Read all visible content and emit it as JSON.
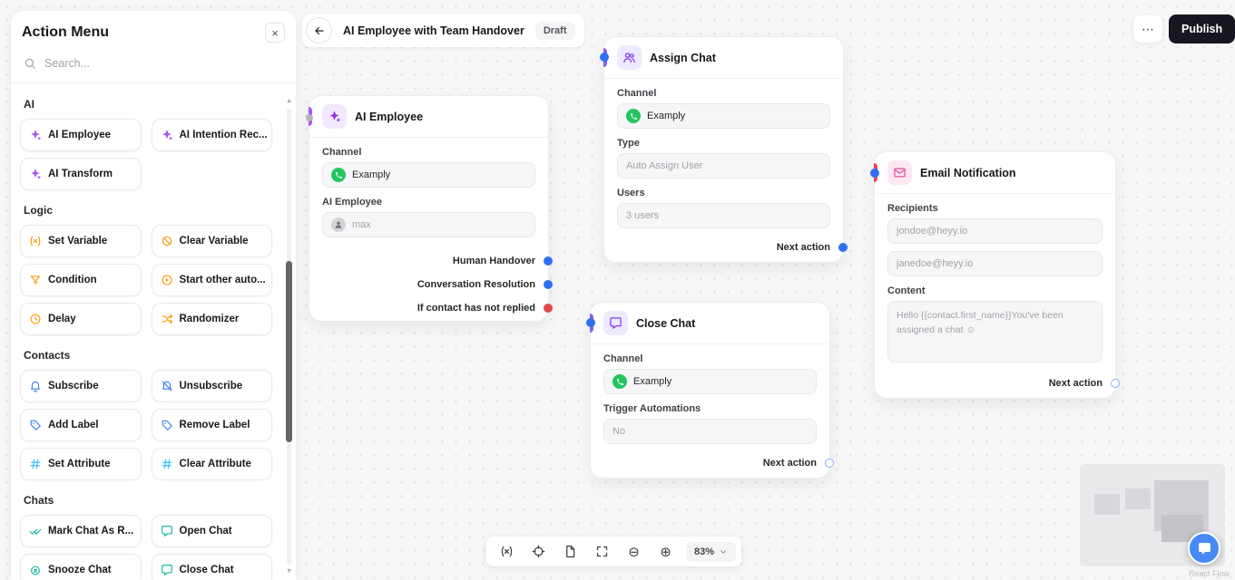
{
  "action_menu": {
    "title": "Action Menu",
    "close": "×",
    "search_placeholder": "Search...",
    "sections": [
      {
        "label": "AI",
        "items": [
          {
            "label": "AI Employee",
            "icon": "sparkles-icon"
          },
          {
            "label": "AI Intention Rec...",
            "icon": "sparkles-icon"
          },
          {
            "label": "AI Transform",
            "icon": "sparkles-icon"
          }
        ]
      },
      {
        "label": "Logic",
        "items": [
          {
            "label": "Set Variable",
            "icon": "variable-icon"
          },
          {
            "label": "Clear Variable",
            "icon": "clear-variable-icon"
          },
          {
            "label": "Condition",
            "icon": "filter-icon"
          },
          {
            "label": "Start other auto...",
            "icon": "start-automation-icon"
          },
          {
            "label": "Delay",
            "icon": "clock-icon"
          },
          {
            "label": "Randomizer",
            "icon": "shuffle-icon"
          }
        ]
      },
      {
        "label": "Contacts",
        "items": [
          {
            "label": "Subscribe",
            "icon": "bell-icon"
          },
          {
            "label": "Unsubscribe",
            "icon": "bell-off-icon"
          },
          {
            "label": "Add Label",
            "icon": "tag-icon"
          },
          {
            "label": "Remove Label",
            "icon": "tag-icon"
          },
          {
            "label": "Set Attribute",
            "icon": "hash-icon"
          },
          {
            "label": "Clear Attribute",
            "icon": "hash-icon"
          }
        ]
      },
      {
        "label": "Chats",
        "items": [
          {
            "label": "Mark Chat As R...",
            "icon": "double-check-icon"
          },
          {
            "label": "Open Chat",
            "icon": "chat-icon"
          },
          {
            "label": "Snooze Chat",
            "icon": "snooze-icon"
          },
          {
            "label": "Close Chat",
            "icon": "chat-icon"
          }
        ]
      }
    ]
  },
  "header": {
    "title": "AI Employee with Team Handover",
    "badge": "Draft"
  },
  "topbar": {
    "more": "⋯",
    "publish": "Publish"
  },
  "nodes": {
    "ai_employee": {
      "title": "AI Employee",
      "channel_label": "Channel",
      "channel_value": "Examply",
      "employee_label": "AI Employee",
      "employee_value": "max",
      "outputs": [
        {
          "label": "Human Handover"
        },
        {
          "label": "Conversation Resolution"
        },
        {
          "label": "If contact has not replied"
        }
      ]
    },
    "assign_chat": {
      "title": "Assign Chat",
      "channel_label": "Channel",
      "channel_value": "Examply",
      "type_label": "Type",
      "type_placeholder": "Auto Assign User",
      "users_label": "Users",
      "users_value": "3 users",
      "next_action": "Next action"
    },
    "close_chat": {
      "title": "Close Chat",
      "channel_label": "Channel",
      "channel_value": "Examply",
      "trigger_label": "Trigger Automations",
      "trigger_value": "No",
      "next_action": "Next action"
    },
    "email_notification": {
      "title": "Email Notification",
      "recipients_label": "Recipients",
      "recipient_1": "jondoe@heyy.io",
      "recipient_2": "janedoe@heyy.io",
      "content_label": "Content",
      "content_value": "Hello {{contact.first_name}}You've been assigned a chat ☺",
      "next_action": "Next action"
    }
  },
  "controls": {
    "zoom": "83%"
  },
  "attribution": "React Flow"
}
